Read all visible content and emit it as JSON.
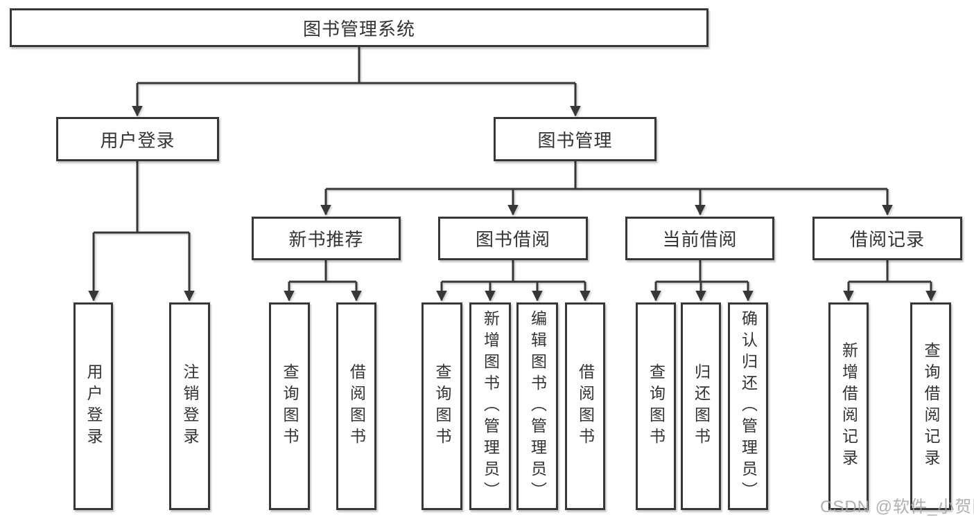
{
  "diagram": {
    "root": {
      "label": "图书管理系统"
    },
    "branches": [
      {
        "label": "用户登录",
        "children": [
          {
            "label": "用户登录"
          },
          {
            "label": "注销登录"
          }
        ]
      },
      {
        "label": "图书管理",
        "groups": [
          {
            "label": "新书推荐",
            "children": [
              {
                "label": "查询图书"
              },
              {
                "label": "借阅图书"
              }
            ]
          },
          {
            "label": "图书借阅",
            "children": [
              {
                "label": "查询图书"
              },
              {
                "label": "新增图书（管理员）"
              },
              {
                "label": "编辑图书（管理员）"
              },
              {
                "label": "借阅图书"
              }
            ]
          },
          {
            "label": "当前借阅",
            "children": [
              {
                "label": "查询图书"
              },
              {
                "label": "归还图书"
              },
              {
                "label": "确认归还（管理员）"
              }
            ]
          },
          {
            "label": "借阅记录",
            "children": [
              {
                "label": "新增借阅记录"
              },
              {
                "label": "查询借阅记录"
              }
            ]
          }
        ]
      }
    ]
  },
  "watermark": {
    "text": "CSDN @软件_小贺同学"
  },
  "colors": {
    "line": "#373737",
    "text": "#333333",
    "background": "#ffffff",
    "watermark": "#a5a5a5"
  }
}
